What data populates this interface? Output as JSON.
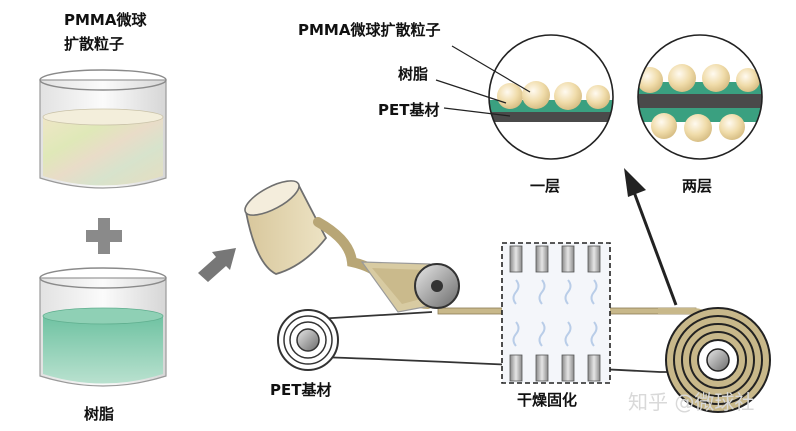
{
  "labels": {
    "pmma_beaker_line1": "PMMA微球",
    "pmma_beaker_line2": "扩散粒子",
    "resin_beaker": "树脂",
    "pmma_zoom": "PMMA微球扩散粒子",
    "resin_zoom": "树脂",
    "pet_zoom": "PET基材",
    "one_layer": "一层",
    "two_layer": "两层",
    "pet_roll": "PET基材",
    "dry_cure": "干燥固化"
  },
  "watermark": "知乎 @微球社",
  "colors": {
    "resin_green": "#3aa080",
    "pet_dark": "#4a4a4a",
    "bead": "#f0dcaa",
    "coating_tan": "#c8b88a",
    "arrow_gray": "#777777"
  }
}
